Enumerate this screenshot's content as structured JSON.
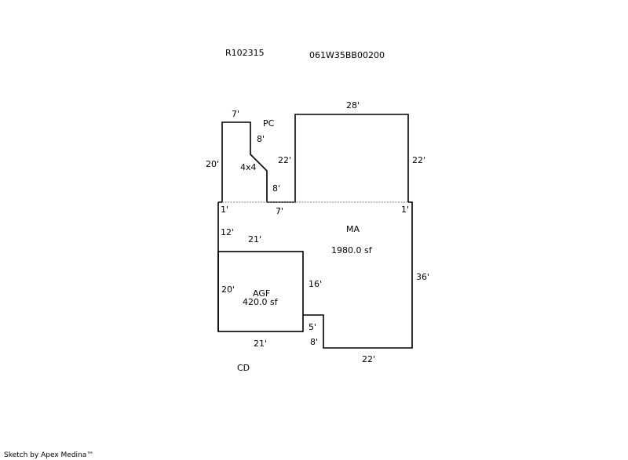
{
  "header": {
    "account_id": "R102315",
    "map_tax_lot": "061W35BB00200"
  },
  "areas": {
    "pc": {
      "code": "PC",
      "sub_label": "4x4"
    },
    "ma": {
      "code": "MA",
      "area": "1980.0 sf"
    },
    "agf": {
      "code": "AGF",
      "area": "420.0 sf"
    },
    "cd": {
      "code": "CD"
    }
  },
  "dimensions": {
    "pc_top": "7'",
    "pc_left": "20'",
    "pc_notch_right": "8'",
    "pc_diag_lower": "8'",
    "pc_bottom": "7'",
    "pc_offset_left": "1'",
    "upper_right_top": "28'",
    "upper_right_left": "22'",
    "upper_right_right": "22'",
    "upper_right_offset": "1'",
    "ma_left_upper": "12'",
    "ma_right": "36'",
    "ma_bottom": "22'",
    "ma_step_vertical": "8'",
    "agf_top": "21'",
    "agf_left": "20'",
    "agf_right": "16'",
    "agf_bottom": "21'",
    "agf_step": "5'"
  },
  "footer": {
    "credit": "Sketch by Apex Medina™"
  }
}
